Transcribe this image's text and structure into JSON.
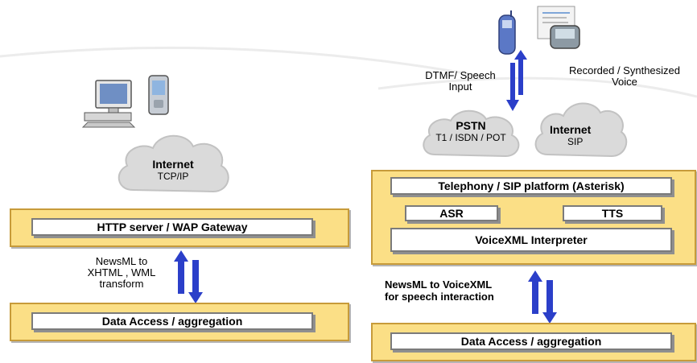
{
  "left": {
    "cloud": {
      "title": "Internet",
      "subtitle": "TCP/IP"
    },
    "http_box": "HTTP server / WAP Gateway",
    "transform_label": [
      "NewsML to",
      "XHTML , WML",
      "transform"
    ],
    "data_box": "Data Access / aggregation"
  },
  "right": {
    "dtmf_label": [
      "DTMF/ Speech",
      "Input"
    ],
    "recorded_label": [
      "Recorded / Synthesized",
      "Voice"
    ],
    "pstn": {
      "title": "PSTN",
      "subtitle": "T1 / ISDN / POT"
    },
    "internet": {
      "title": "Internet",
      "subtitle": "SIP"
    },
    "telephony_box": "Telephony / SIP platform (Asterisk)",
    "asr_box": "ASR",
    "tts_box": "TTS",
    "vxml_box": "VoiceXML Interpreter",
    "newsml_label": [
      "NewsML to VoiceXML",
      "for speech interaction"
    ],
    "data_box": "Data Access / aggregation"
  },
  "colors": {
    "panel": "#fbdf86",
    "arrow": "#2b3fc9",
    "cloud": "#d9d9d9"
  },
  "icons": [
    "computer-icon",
    "pda-icon",
    "mobile-phone-icon",
    "voice-device-icon",
    "cloud-icon",
    "bidirectional-arrow-icon"
  ]
}
